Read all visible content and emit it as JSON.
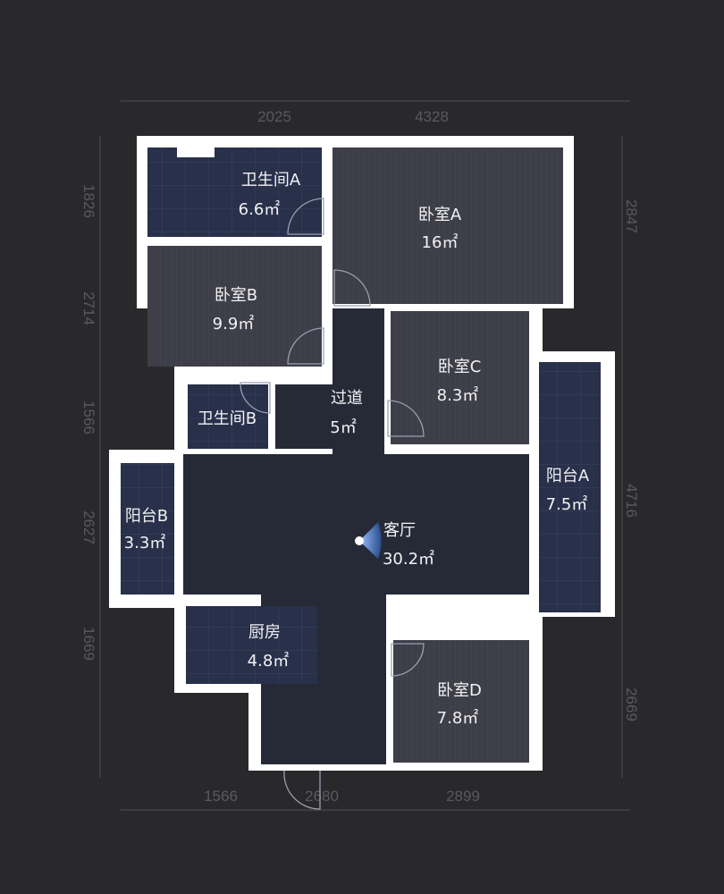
{
  "colors": {
    "background": "#29292b",
    "wall": "#ffffff",
    "wet_area": "#28304a",
    "bedroom": "#3d3e48",
    "living": "#262a37",
    "camera": "#4a7fd0"
  },
  "rooms": [
    {
      "name": "卫生间A",
      "area": "6.6㎡"
    },
    {
      "name": "卧室A",
      "area": "16㎡"
    },
    {
      "name": "卧室B",
      "area": "9.9㎡"
    },
    {
      "name": "卧室C",
      "area": "8.3㎡"
    },
    {
      "name": "过道",
      "area": "5㎡"
    },
    {
      "name": "卫生间B"
    },
    {
      "name": "阳台A",
      "area": "7.5㎡"
    },
    {
      "name": "阳台B",
      "area": "3.3㎡"
    },
    {
      "name": "客厅",
      "area": "30.2㎡"
    },
    {
      "name": "厨房",
      "area": "4.8㎡"
    },
    {
      "name": "卧室D",
      "area": "7.8㎡"
    }
  ],
  "dimensions": {
    "top": [
      "2025",
      "4328"
    ],
    "bottom": [
      "1566",
      "2680",
      "2899"
    ],
    "left": [
      "1826",
      "2714",
      "1566",
      "2627",
      "1669"
    ],
    "right": [
      "2847",
      "4716",
      "2669"
    ]
  },
  "icons": {
    "camera": "view-direction-icon"
  }
}
